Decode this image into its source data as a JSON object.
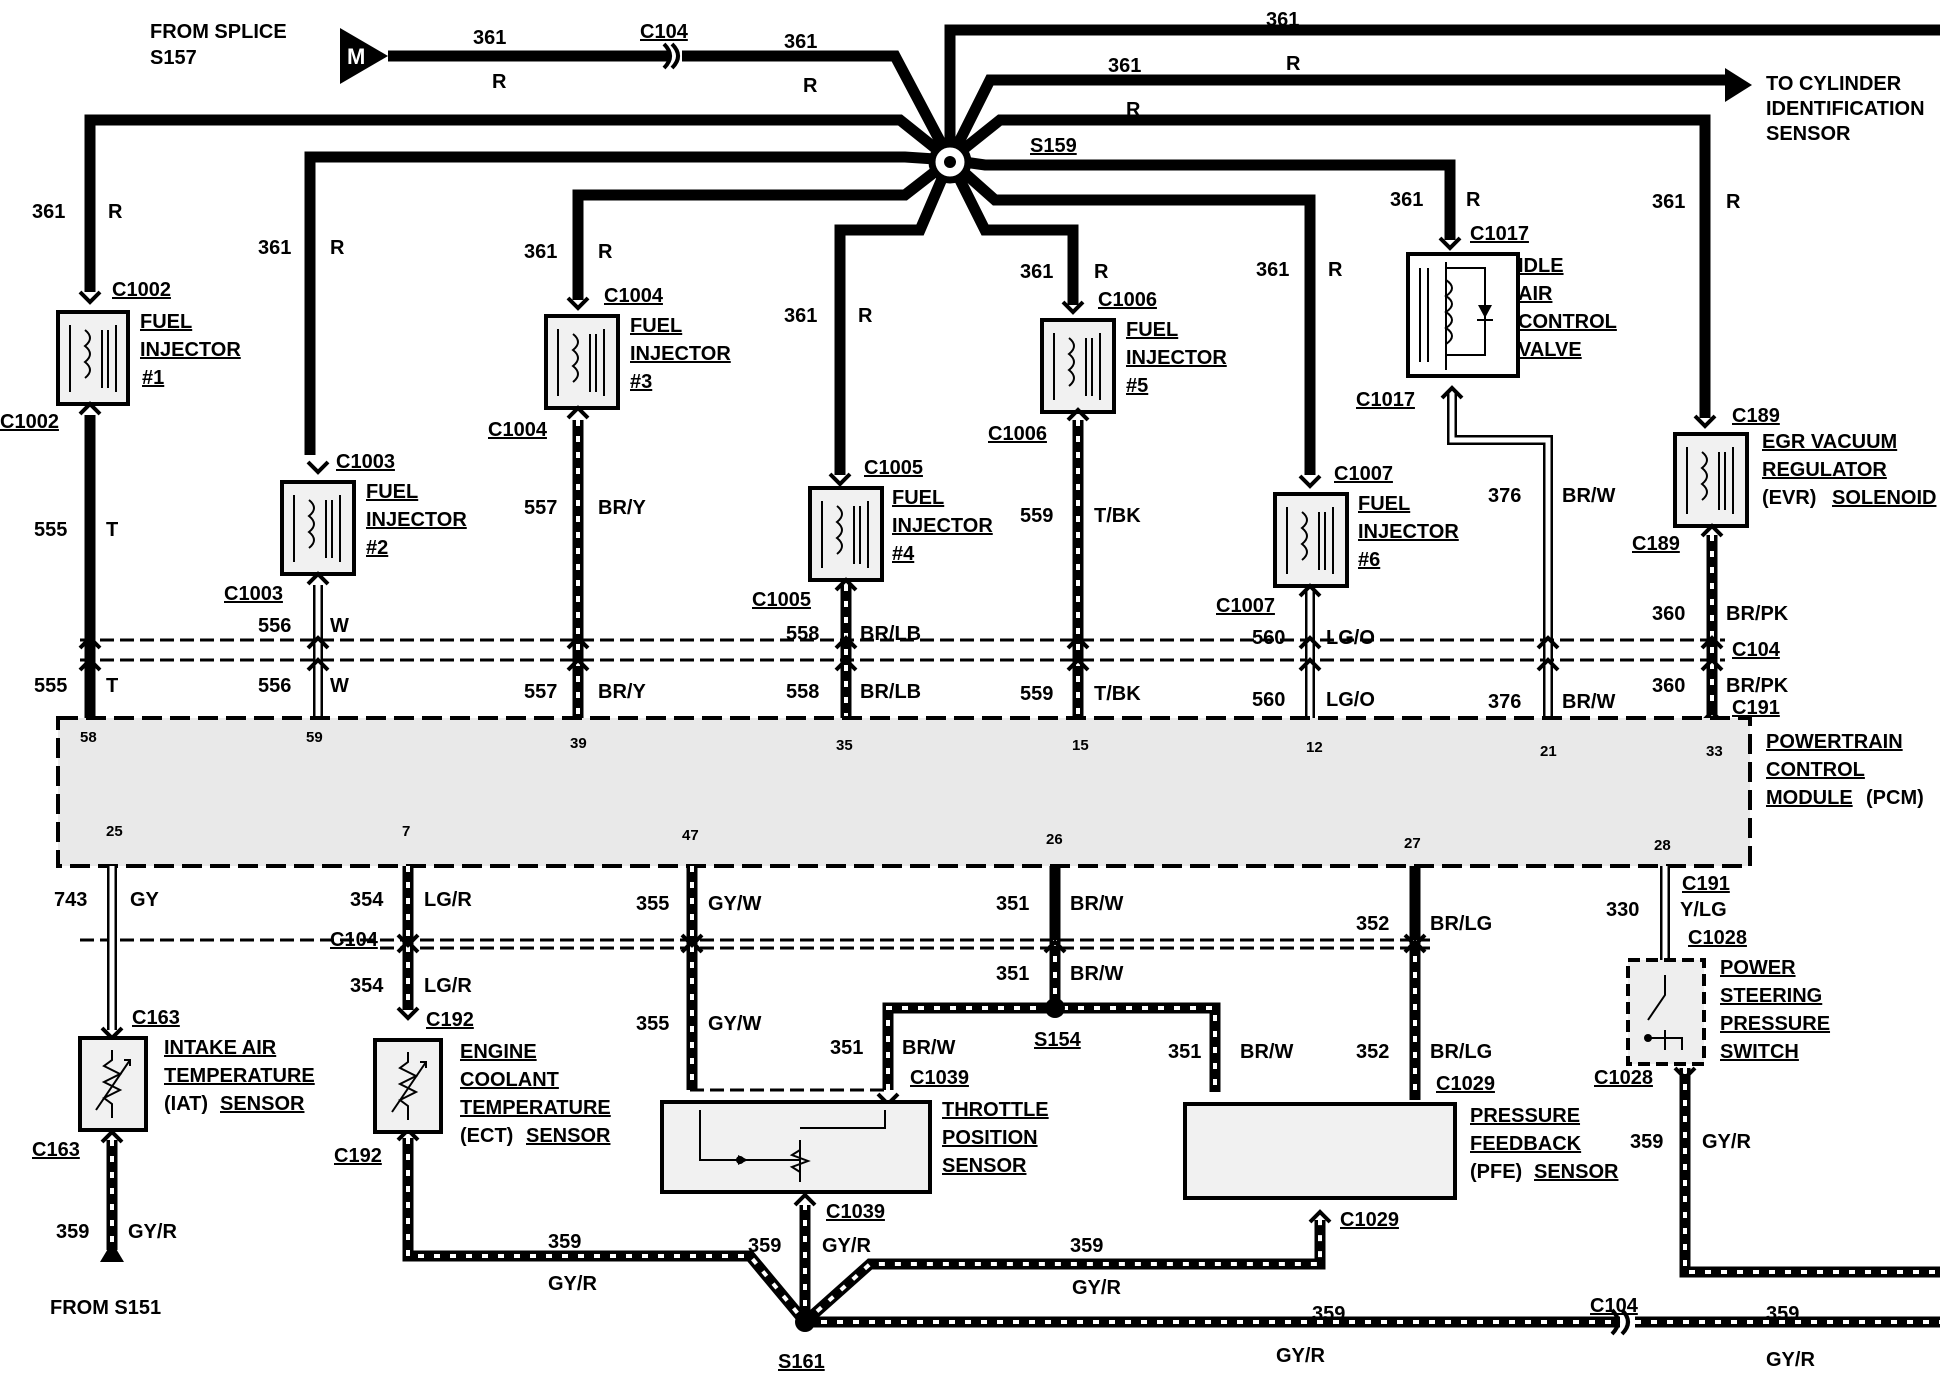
{
  "header": {
    "from_splice": "FROM SPLICE",
    "from_splice_id": "S157",
    "splice_marker": "M",
    "to_sensor_lines": [
      "TO CYLINDER",
      "IDENTIFICATION",
      "SENSOR"
    ]
  },
  "splices": {
    "hub": "S159",
    "tps_splice": "S154",
    "ground_splice": "S161",
    "from_bottom": "FROM S151"
  },
  "wires": {
    "c361": "361",
    "red": "R",
    "c555": "555",
    "t": "T",
    "c556": "556",
    "w": "W",
    "c557": "557",
    "bry": "BR/Y",
    "c558": "558",
    "brlb": "BR/LB",
    "c559": "559",
    "tbk": "T/BK",
    "c560": "560",
    "lgo": "LG/O",
    "c376": "376",
    "brw": "BR/W",
    "c360": "360",
    "brpk": "BR/PK",
    "c743": "743",
    "gy": "GY",
    "c354": "354",
    "lgr": "LG/R",
    "c355": "355",
    "gyw": "GY/W",
    "c351": "351",
    "c352": "352",
    "brlg": "BR/LG",
    "c330": "330",
    "ylg": "Y/LG",
    "c359": "359",
    "gyr": "GY/R"
  },
  "connectors": {
    "c104": "C104",
    "c191": "C191",
    "c1002": "C1002",
    "c1003": "C1003",
    "c1004": "C1004",
    "c1005": "C1005",
    "c1006": "C1006",
    "c1007": "C1007",
    "c1017": "C1017",
    "c189": "C189",
    "c163": "C163",
    "c192": "C192",
    "c1039": "C1039",
    "c1029": "C1029",
    "c1028": "C1028"
  },
  "components": {
    "fuel_injector": [
      "FUEL",
      "INJECTOR"
    ],
    "inj1": "#1",
    "inj2": "#2",
    "inj3": "#3",
    "inj4": "#4",
    "inj5": "#5",
    "inj6": "#6",
    "iac": [
      "IDLE",
      "AIR",
      "CONTROL",
      "VALVE"
    ],
    "evr": [
      "EGR VACUUM",
      "REGULATOR",
      "(EVR)",
      "SOLENOID"
    ],
    "pcm": [
      "POWERTRAIN",
      "CONTROL",
      "MODULE",
      "(PCM)"
    ],
    "iat": [
      "INTAKE AIR",
      "TEMPERATURE",
      "(IAT)",
      "SENSOR"
    ],
    "ect": [
      "ENGINE",
      "COOLANT",
      "TEMPERATURE",
      "(ECT)",
      "SENSOR"
    ],
    "tps": [
      "THROTTLE",
      "POSITION",
      "SENSOR"
    ],
    "pfe": [
      "PRESSURE",
      "FEEDBACK",
      "(PFE)",
      "SENSOR"
    ],
    "pss": [
      "POWER",
      "STEERING",
      "PRESSURE",
      "SWITCH"
    ]
  },
  "pcm_pins": {
    "top": [
      "58",
      "59",
      "39",
      "35",
      "15",
      "12",
      "21",
      "33"
    ],
    "bottom": [
      "25",
      "7",
      "47",
      "26",
      "27",
      "28"
    ]
  }
}
